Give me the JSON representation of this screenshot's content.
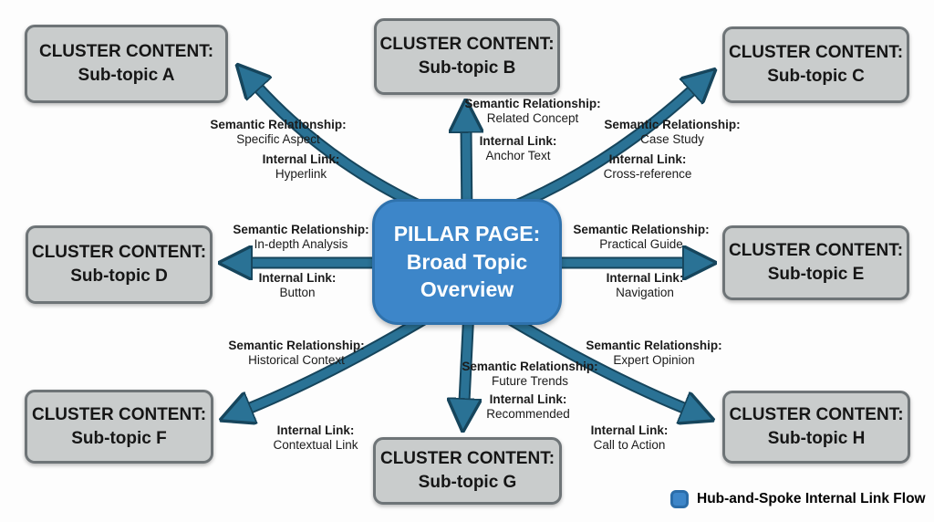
{
  "diagram": {
    "hub": {
      "title": "PILLAR PAGE:\nBroad Topic\nOverview"
    },
    "cluster_heading": "CLUSTER CONTENT:",
    "semantic_heading": "Semantic Relationship:",
    "link_heading": "Internal Link:",
    "clusters": [
      {
        "id": "A",
        "label": "Sub-topic A",
        "semantic": "Specific Aspect",
        "link": "Hyperlink"
      },
      {
        "id": "B",
        "label": "Sub-topic B",
        "semantic": "Related Concept",
        "link": "Anchor Text"
      },
      {
        "id": "C",
        "label": "Sub-topic C",
        "semantic": "Case Study",
        "link": "Cross-reference"
      },
      {
        "id": "D",
        "label": "Sub-topic D",
        "semantic": "In-depth Analysis",
        "link": "Button"
      },
      {
        "id": "E",
        "label": "Sub-topic E",
        "semantic": "Practical Guide",
        "link": "Navigation"
      },
      {
        "id": "F",
        "label": "Sub-topic F",
        "semantic": "Historical Context",
        "link": "Contextual Link"
      },
      {
        "id": "G",
        "label": "Sub-topic G",
        "semantic": "Future Trends",
        "link": "Recommended"
      },
      {
        "id": "H",
        "label": "Sub-topic H",
        "semantic": "Expert Opinion",
        "link": "Call to Action"
      }
    ],
    "legend": {
      "label": "Hub-and-Spoke Internal Link Flow",
      "swatch_color": "#3d86c9"
    },
    "colors": {
      "hub_fill": "#3d86c9",
      "hub_border": "#2f72ad",
      "arrow_fill": "#2a7295",
      "arrow_outline": "#16455c",
      "cluster_fill": "#c9cccc",
      "cluster_border": "#6e7477"
    }
  }
}
